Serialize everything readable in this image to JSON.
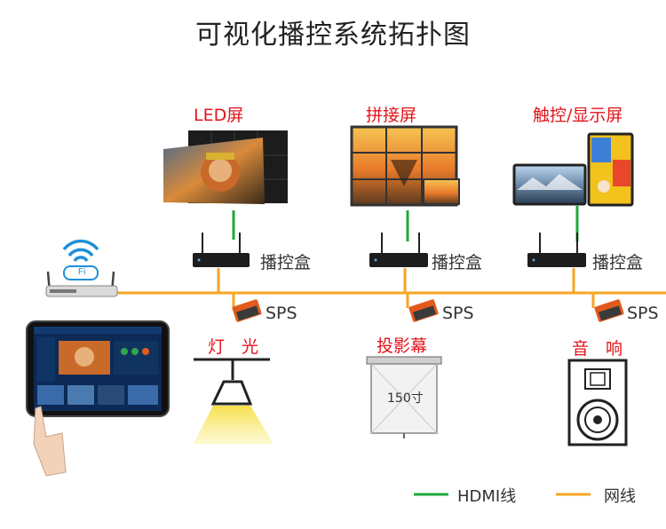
{
  "title": "可视化播控系统拓扑图",
  "displays": {
    "led": "LED屏",
    "splice": "拼接屏",
    "touch": "触控/显示屏"
  },
  "box_label": "播控盒",
  "sps_label": "SPS",
  "devices": {
    "light": "灯　光",
    "projector": "投影幕",
    "audio": "音　响"
  },
  "projector_size": "150寸",
  "router_badge": "Fi",
  "legend": {
    "hdmi": "HDMI线",
    "network": "网线"
  },
  "colors": {
    "hdmi": "#1fa83a",
    "network": "#f5a623",
    "label_red": "#e3141b"
  }
}
